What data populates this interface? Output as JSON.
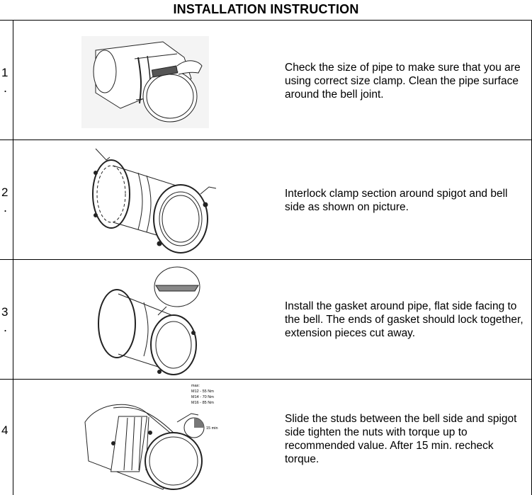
{
  "title": "INSTALLATION INSTRUCTION",
  "steps": [
    {
      "number": "1",
      "text": "Check the size of pipe to make sure that you are using correct size clamp. Clean the pipe surface around the bell joint."
    },
    {
      "number": "2",
      "text": "Interlock clamp section around spigot and bell side as shown on picture."
    },
    {
      "number": "3",
      "text": "Install the gasket around pipe, flat side facing to the bell. The ends of gasket should lock together, extension pieces cut away."
    },
    {
      "number": "4",
      "text": "Slide the studs between the bell side and spigot side tighten the nuts with torque up to recommended value. After 15 min. recheck torque."
    }
  ],
  "torque_table": {
    "heading": "max:",
    "rows": [
      "M12 - 55 Nm",
      "M14 - 70 Nm",
      "M16 - 85 Nm"
    ],
    "timer_label": "15 min"
  },
  "step_marker": "."
}
